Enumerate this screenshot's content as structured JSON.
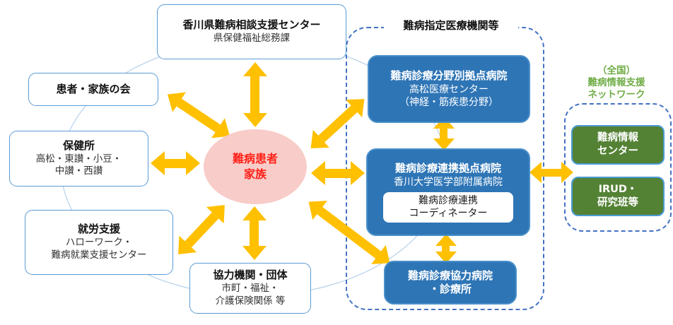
{
  "colors": {
    "arrow": "#FFC000",
    "blue_box_fill": "#2E75B6",
    "green_box_fill": "#548235",
    "center_ellipse_fill": "#F8CCC8",
    "center_text": "#FF2119",
    "white_box_border": "#5B9BD5",
    "dashed_frame_border": "#4472C4",
    "network_label_text": "#70AD47",
    "background_circle_line": "#A8C8E8"
  },
  "nodes": {
    "center_ellipse": {
      "line1": "難病患者",
      "line2": "家族"
    },
    "support_center": {
      "title": "香川県難病相談支援センター",
      "subtitle": "県保健福祉総務課"
    },
    "patients_family_group": {
      "title": "患者・家族の会"
    },
    "health_centers": {
      "title": "保健所",
      "line1": "高松・東讃・小豆・",
      "line2": "中讃・西讃"
    },
    "employment_support": {
      "title": "就労支援",
      "line1": "ハローワーク・",
      "line2": "難病就業支援センター"
    },
    "cooperation_orgs": {
      "title": "協力機関・団体",
      "line1": "市町・福祉・",
      "line2": "介護保険関係 等"
    },
    "designated_institutions_label": "難病指定医療機関等",
    "field_hub_hospital": {
      "title": "難病診療分野別拠点病院",
      "line1": "高松医療センター",
      "line2": "（神経・筋疾患分野）"
    },
    "liaison_hub_hospital": {
      "title": "難病診療連携拠点病院",
      "line1": "香川大学医学部附属病院",
      "inner": {
        "line1": "難病診療連携",
        "line2": "コーディネーター"
      }
    },
    "cooperating_hospitals": {
      "line1": "難病診療協力病院",
      "line2": "・診療所"
    },
    "national_network_label": {
      "line1": "（全国）",
      "line2": "難病情報支援",
      "line3": "ネットワーク"
    },
    "info_center": {
      "line1": "難病情報",
      "line2": "センター"
    },
    "irud_research": {
      "line1": "IRUD・",
      "line2": "研究班等"
    }
  },
  "edges": [
    {
      "from": "center_ellipse",
      "to": "support_center",
      "style": "double-arrow"
    },
    {
      "from": "center_ellipse",
      "to": "patients_family_group",
      "style": "double-arrow"
    },
    {
      "from": "center_ellipse",
      "to": "health_centers",
      "style": "double-arrow"
    },
    {
      "from": "center_ellipse",
      "to": "employment_support",
      "style": "double-arrow"
    },
    {
      "from": "center_ellipse",
      "to": "cooperation_orgs",
      "style": "double-arrow"
    },
    {
      "from": "center_ellipse",
      "to": "field_hub_hospital",
      "style": "double-arrow"
    },
    {
      "from": "center_ellipse",
      "to": "liaison_hub_hospital",
      "style": "double-arrow"
    },
    {
      "from": "center_ellipse",
      "to": "cooperating_hospitals",
      "style": "double-arrow"
    },
    {
      "from": "field_hub_hospital",
      "to": "liaison_hub_hospital",
      "style": "double-arrow"
    },
    {
      "from": "liaison_hub_hospital",
      "to": "cooperating_hospitals",
      "style": "double-arrow"
    },
    {
      "from": "liaison_hub_hospital",
      "to": "national_information_network",
      "style": "double-arrow"
    }
  ]
}
